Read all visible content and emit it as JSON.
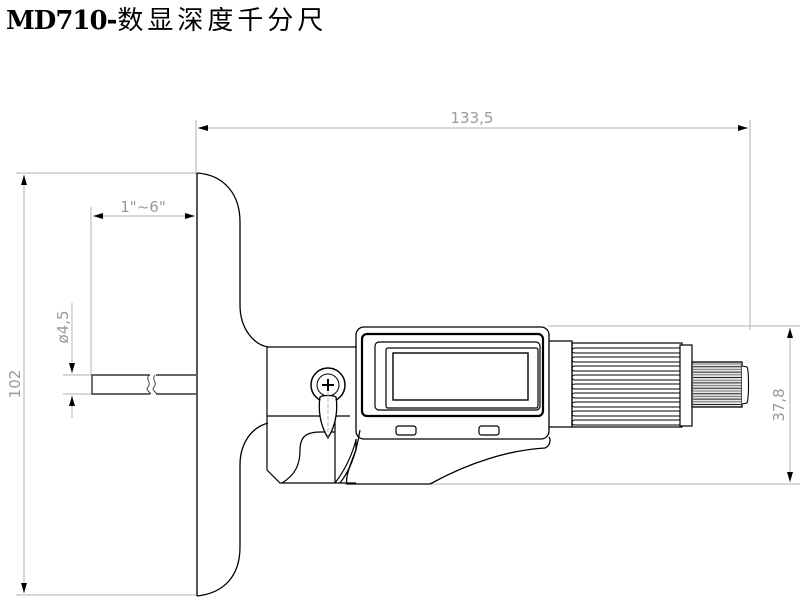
{
  "title": {
    "model": "MD710",
    "separator": "-",
    "name": "数显深度千分尺"
  },
  "dimensions": {
    "overall_length": "133,5",
    "base_height": "102",
    "rod_range": "1\"~6\"",
    "rod_diameter": "ø4,5",
    "head_height": "37,8"
  },
  "colors": {
    "outline": "#000000",
    "dimension_line": "#b0b0b0",
    "dimension_text": "#9a9a9a"
  }
}
